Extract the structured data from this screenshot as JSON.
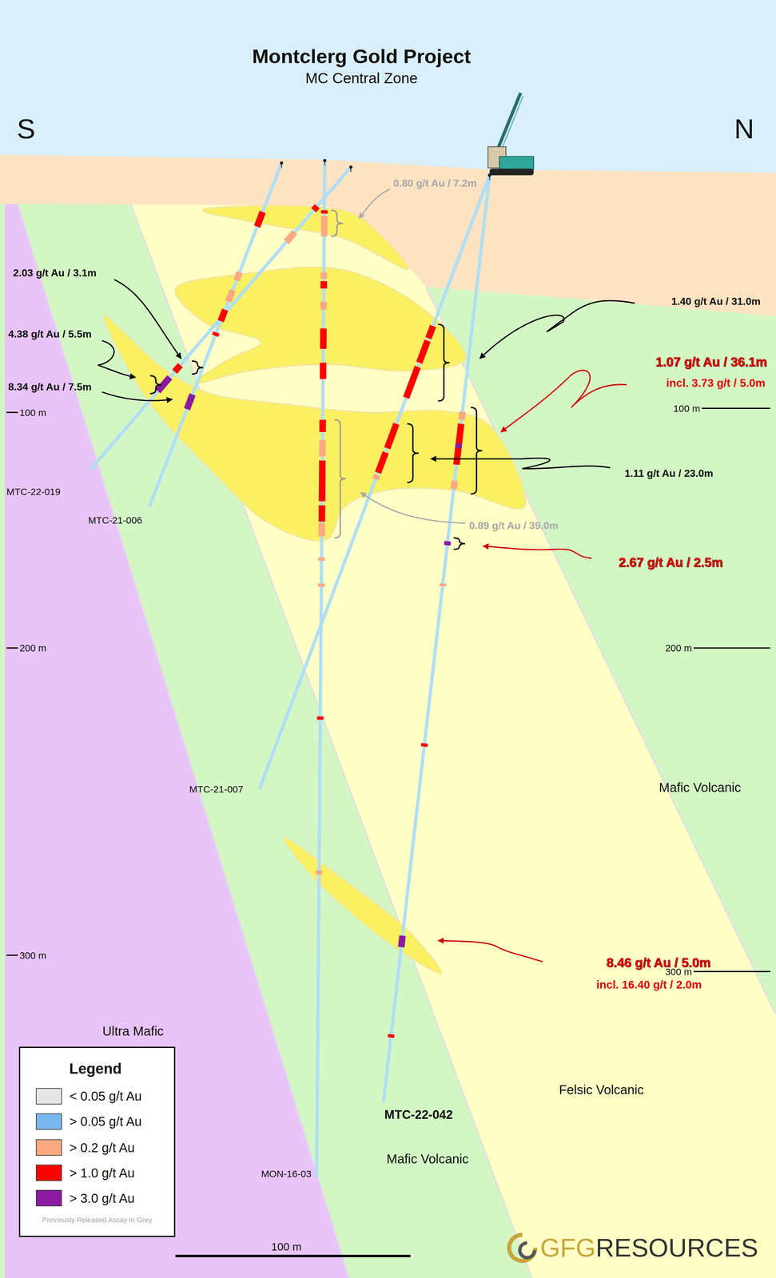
{
  "diagram": {
    "title": "Montclerg Gold Project",
    "labels": [
      "MC Central Zone",
      "S",
      "N",
      "0.80 g/t Au / 7.2m",
      "2.03 g/t Au / 3.1m",
      "4.38 g/t Au / 5.5m",
      "8.34 g/t Au / 7.5m",
      "1.40 g/t Au / 31.0m",
      "1.07 g/t Au / 36.1m",
      "incl. 3.73 g/t / 5.0m",
      "100 m",
      "100 m",
      "1.11 g/t Au / 23.0m",
      "0.89 g/t Au / 39.0m",
      "2.67 g/t Au / 2.5m",
      "MTC-22-019",
      "MTC-21-006",
      "200 m",
      "200 m",
      "MTC-21-007",
      "Mafic Volcanic",
      "300 m",
      "8.46 g/t Au / 5.0m",
      "incl. 16.40 g/t / 2.0m",
      "300 m",
      "Ultra Mafic",
      "Felsic Volcanic",
      "MTC-22-042",
      "Mafic Volcanic",
      "MON-16-03",
      "Legend",
      "Previously Released Assay in Grey",
      "100 m",
      "GFG",
      "RESOURCES"
    ],
    "legend": [
      {
        "text": "< 0.05 g/t Au",
        "color": "#e6e6e6"
      },
      {
        "text": "> 0.05 g/t Au",
        "color": "#7ab8f0"
      },
      {
        "text": "> 0.2 g/t Au",
        "color": "#fca982"
      },
      {
        "text": "> 1.0 g/t Au",
        "color": "#ff0000"
      },
      {
        "text": "> 3.0 g/t Au",
        "color": "#8a1aa0"
      }
    ]
  }
}
